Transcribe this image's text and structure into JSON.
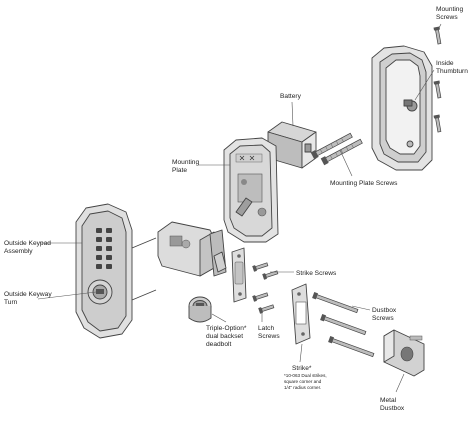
{
  "labels": {
    "mounting_screws": [
      "Mounting",
      "Screws"
    ],
    "inside_thumbturn": [
      "Inside",
      "Thumbturn"
    ],
    "battery": "Battery",
    "mounting_plate": [
      "Mounting",
      "Plate"
    ],
    "mounting_plate_screws": "Mounting Plate Screws",
    "outside_keypad_assembly": [
      "Outside Keypad",
      "Assembly"
    ],
    "strike_screws": "Strike Screws",
    "outside_keyway_turn": [
      "Outside Keyway",
      "Turn"
    ],
    "triple_option": [
      "Triple-Option*",
      "dual backset",
      "deadbolt"
    ],
    "latch_screws": [
      "Latch",
      "Screws"
    ],
    "dustbox_screws": [
      "Dustbox",
      "Screws"
    ],
    "strike": [
      "Strike*",
      "*10-063 Dual strikes,",
      "square corner and",
      "1/4\" radius corner."
    ],
    "metal_dustbox": [
      "Metal",
      "Dustbox"
    ]
  }
}
